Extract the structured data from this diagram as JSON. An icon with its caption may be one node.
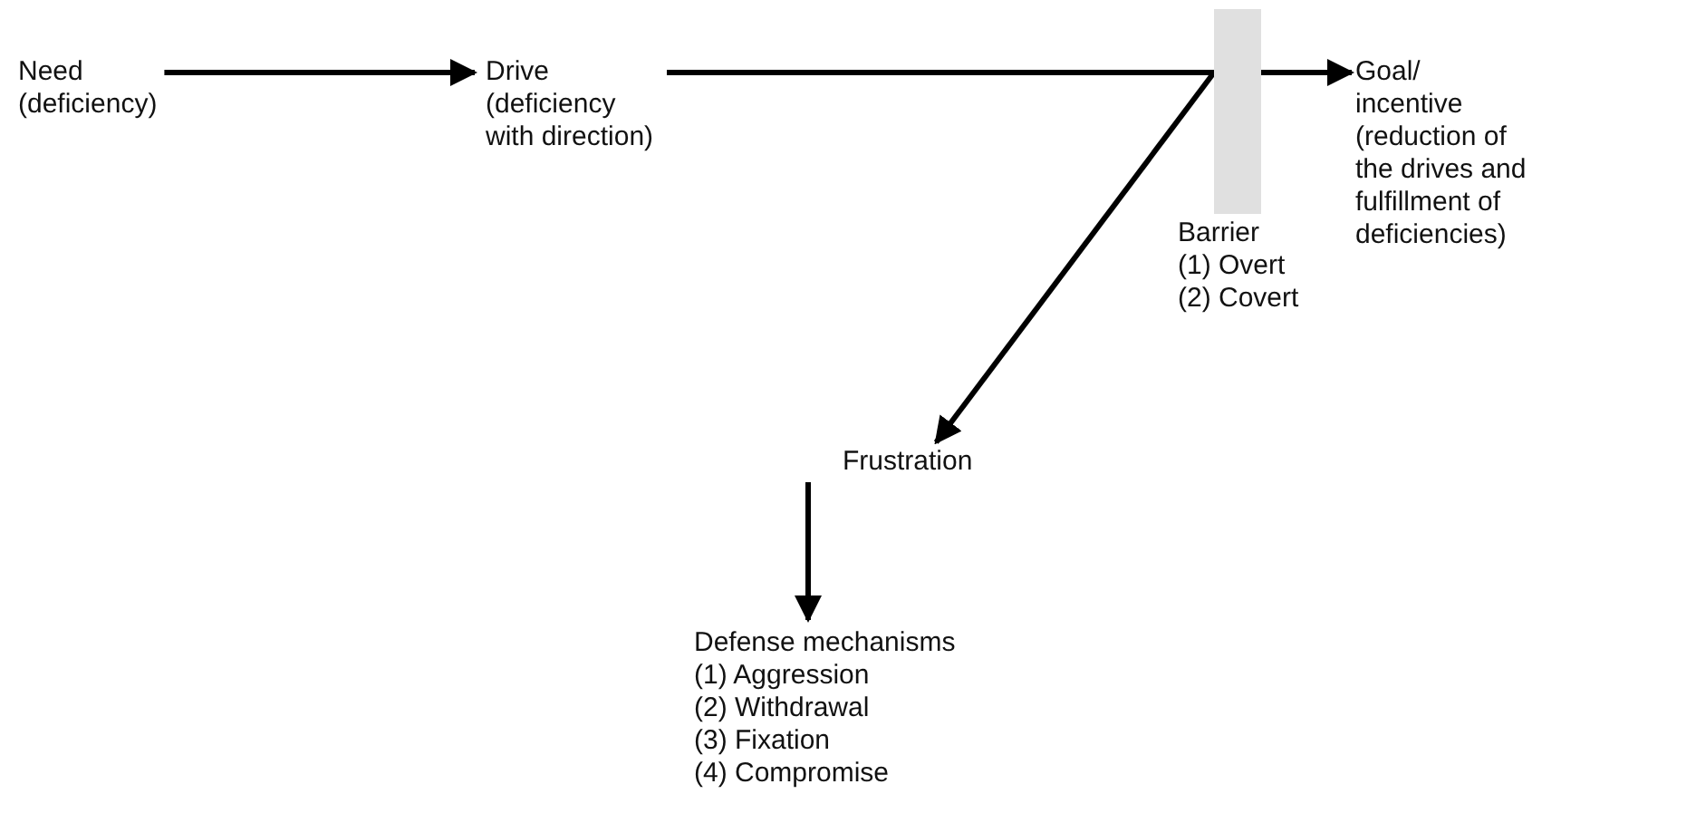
{
  "diagram": {
    "nodes": [
      {
        "text": [
          "Need",
          "(deficiency)"
        ]
      },
      {
        "text": [
          "Drive",
          "(deficiency with direction)"
        ]
      },
      {
        "text": [],
        "shape": "bar",
        "beside": [
          "Barrier",
          "(1) Overt",
          "(2) Covert"
        ]
      },
      {
        "text": [
          "Goal/ incentive",
          "(reduction of the drives and fulfillment of deficiencies)"
        ]
      },
      {
        "text": [
          "Frustration"
        ]
      },
      {
        "text": [
          "Defense mechanisms",
          "(1) Aggression",
          "(2) Withdrawal",
          "(3) Fixation",
          "(4) Compromise"
        ]
      }
    ],
    "edges": [
      {
        "from": 0,
        "to": 1,
        "arrow": "to"
      },
      {
        "from": 1,
        "to": 2,
        "arrow": "none"
      },
      {
        "from": 2,
        "to": 4,
        "arrow": "to"
      },
      {
        "from": 2,
        "to": 3,
        "arrow": "to"
      },
      {
        "from": 4,
        "to": 5,
        "arrow": "to"
      }
    ]
  }
}
